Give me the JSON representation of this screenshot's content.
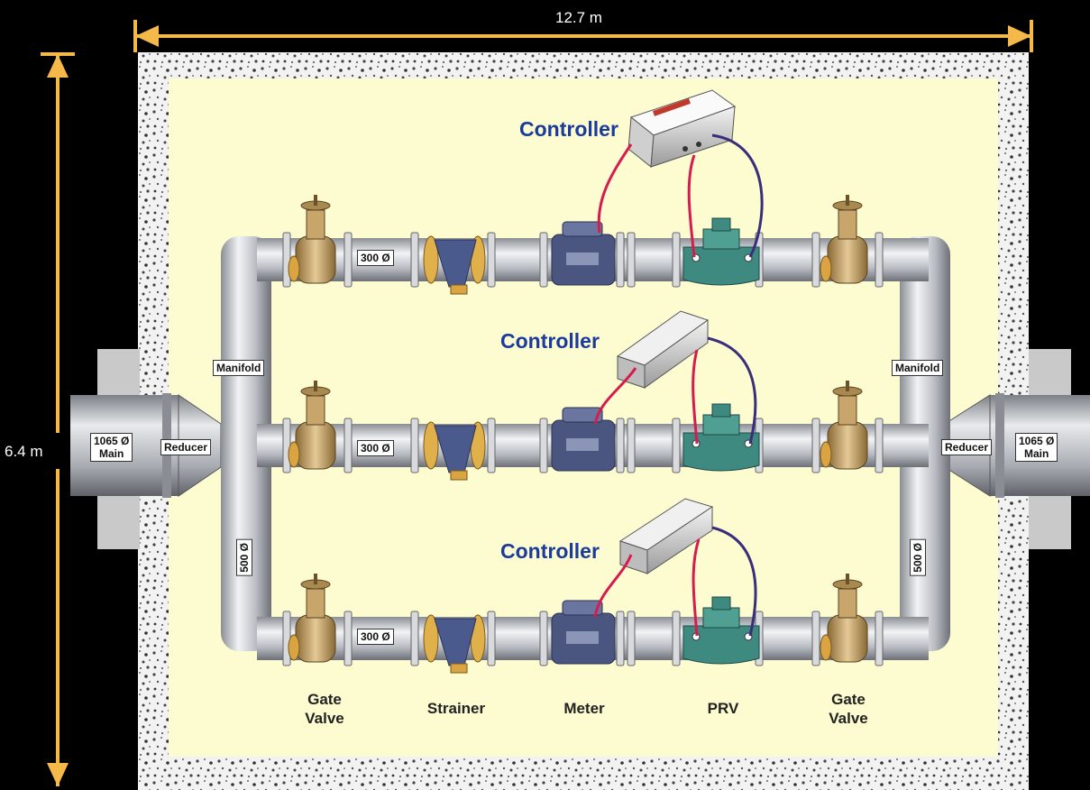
{
  "dimensions": {
    "width": "12.7 m",
    "height": "6.4 m"
  },
  "controllers": [
    "Controller",
    "Controller",
    "Controller"
  ],
  "main_left": [
    "1065 Ø",
    "Main"
  ],
  "main_right": [
    "1065 Ø",
    "Main"
  ],
  "reducer_left": "Reducer",
  "reducer_right": "Reducer",
  "manifold_left": "Manifold",
  "manifold_right": "Manifold",
  "manifold_size_left": "500 Ø",
  "manifold_size_right": "500 Ø",
  "branch_size": "300 Ø",
  "branch_sizes": [
    "300 Ø",
    "300 Ø",
    "300 Ø"
  ],
  "captions": {
    "gate_valve_left": [
      "Gate",
      "Valve"
    ],
    "strainer": "Strainer",
    "meter": "Meter",
    "prv": "PRV",
    "gate_valve_right": [
      "Gate",
      "Valve"
    ]
  },
  "colors": {
    "background": "#000000",
    "chamber": "#fdfbd0",
    "dimension": "#f5b94a",
    "controller_text": "#1a3a9c",
    "gate_valve": "#c8a56b",
    "strainer": "#4b5a8c",
    "meter": "#4a5680",
    "prv": "#3e8a80",
    "pipe": "#b8bcc2"
  }
}
